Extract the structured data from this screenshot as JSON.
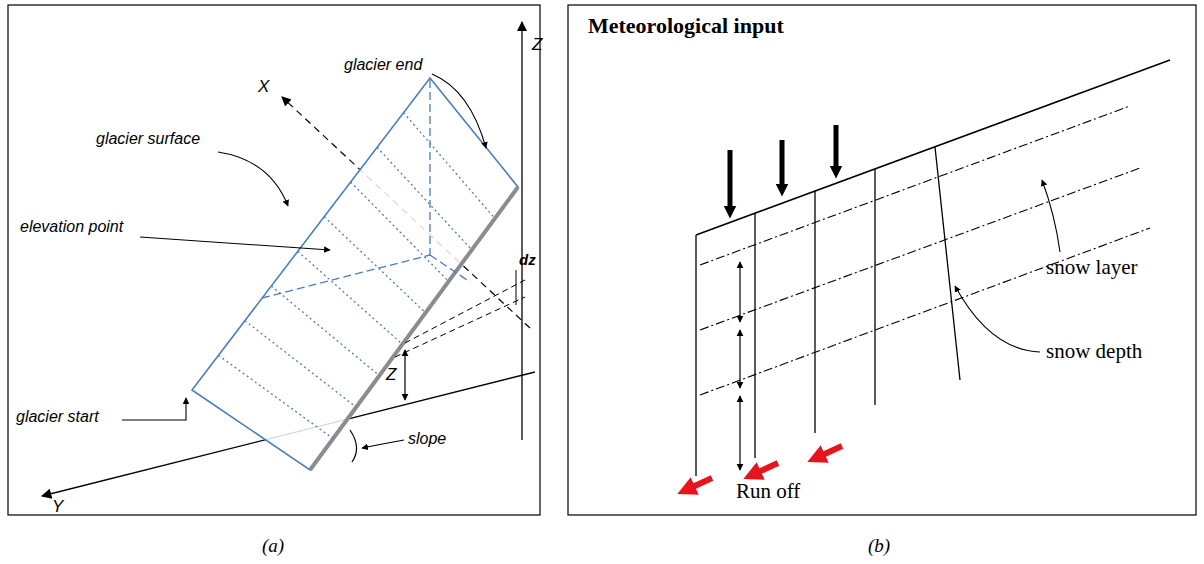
{
  "diagram": {
    "labels": [
      "Z",
      "X",
      "glacier end",
      "glacier surface",
      "dz",
      "elevation point",
      "Z",
      "glacier start",
      "slope",
      "Y",
      "(a)",
      "Meteorological input",
      "snow layer",
      "snow depth",
      "Run off",
      "(b)"
    ]
  }
}
